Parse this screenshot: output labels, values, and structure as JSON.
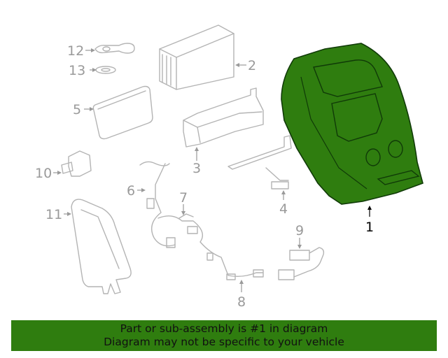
{
  "callouts": {
    "c1": "1",
    "c2": "2",
    "c3": "3",
    "c4": "4",
    "c5": "5",
    "c6": "6",
    "c7": "7",
    "c8": "8",
    "c9": "9",
    "c10": "10",
    "c11": "11",
    "c12": "12",
    "c13": "13"
  },
  "highlight_part": "1",
  "colors": {
    "highlight_fill": "#2f7d0f",
    "banner_bg": "#2f7d0f",
    "line_gray": "#b4b4b4"
  },
  "banner": {
    "line1": "Part or sub-assembly is #1 in diagram",
    "line2": "Diagram may not be specific to your vehicle"
  }
}
